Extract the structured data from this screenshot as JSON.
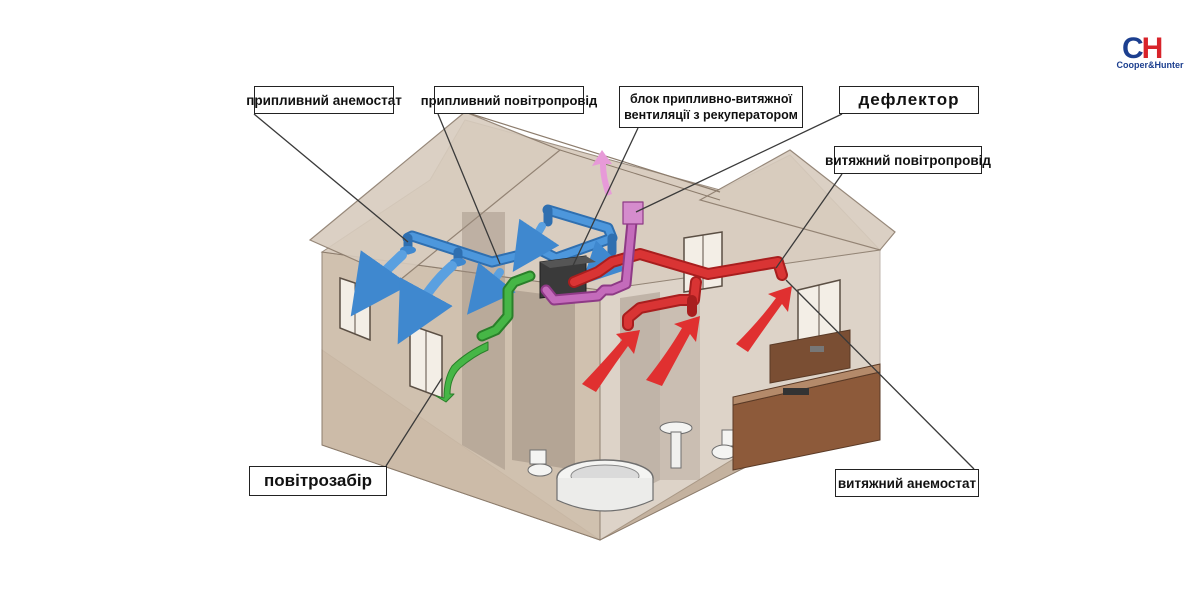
{
  "labels": {
    "supply_anemostat": "припливний анемостат",
    "supply_duct": "припливний повітропровід",
    "unit_line1": "блок припливно-витяжної",
    "unit_line2": "вентиляції з рекуператором",
    "deflector": "дефлектор",
    "exhaust_duct": "витяжний повітропровід",
    "air_intake": "повітрозабір",
    "exhaust_anemostat": "витяжний анемостат"
  },
  "logo": {
    "mark_c": "C",
    "mark_h": "H",
    "text": "Cooper&Hunter"
  },
  "colors": {
    "supply": "#3f88cf",
    "exhaust": "#d42a2a",
    "intake": "#3aa83a",
    "discharge": "#c060b4",
    "wall": "#c9b9a8",
    "roof": "#d8ccbe",
    "logo_blue": "#1c3f8f",
    "logo_red": "#d8232a"
  }
}
